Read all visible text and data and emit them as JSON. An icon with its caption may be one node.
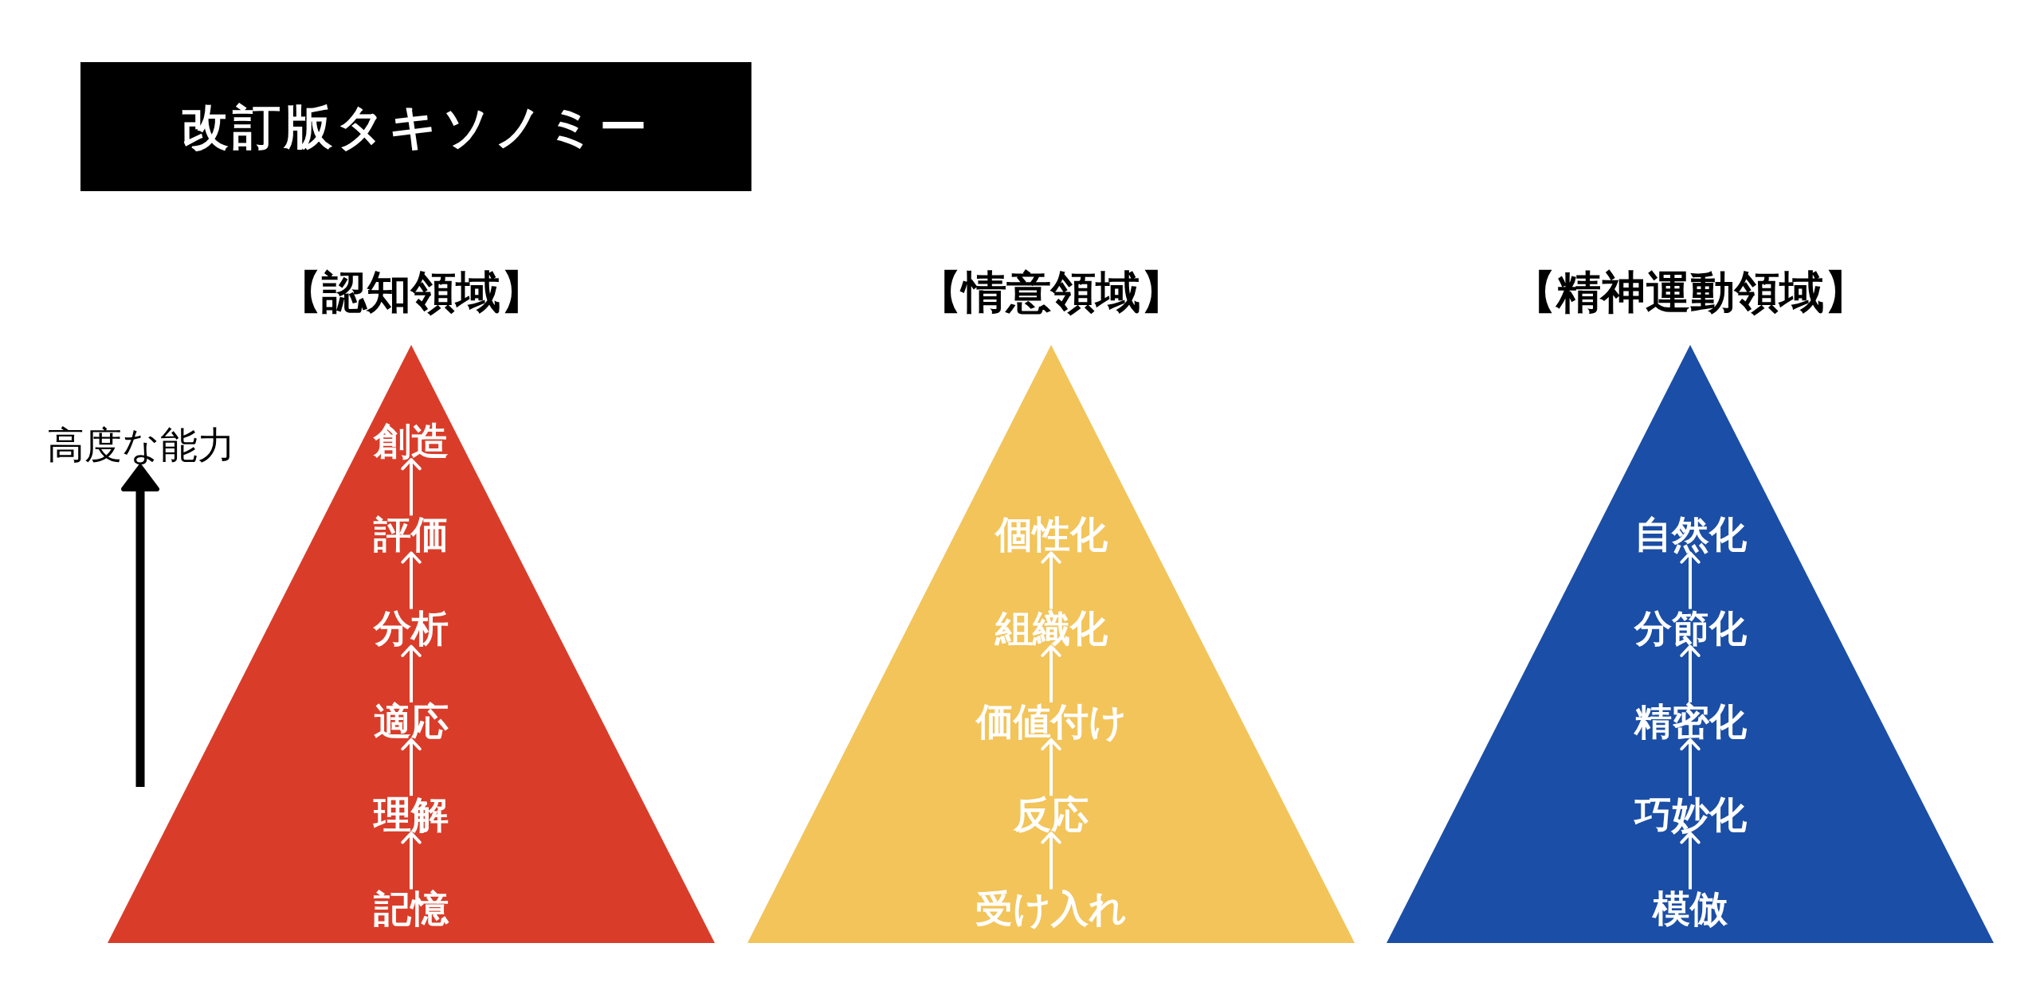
{
  "diagram": {
    "title": "改訂版タキソノミー",
    "nodes": [
      {
        "text": [
          "【認知領域】"
        ]
      },
      {
        "text": [
          "創造"
        ],
        "in": 0
      },
      {
        "text": [
          "評価"
        ],
        "in": 0
      },
      {
        "text": [
          "分析"
        ],
        "in": 0
      },
      {
        "text": [
          "適応"
        ],
        "in": 0
      },
      {
        "text": [
          "理解"
        ],
        "in": 0
      },
      {
        "text": [
          "記憶"
        ],
        "in": 0
      },
      {
        "text": [
          "【情意領域】"
        ]
      },
      {
        "text": [
          "個性化"
        ],
        "in": 7
      },
      {
        "text": [
          "組織化"
        ],
        "in": 7
      },
      {
        "text": [
          "価値付け"
        ],
        "in": 7
      },
      {
        "text": [
          "反応"
        ],
        "in": 7
      },
      {
        "text": [
          "受け入れ"
        ],
        "in": 7
      },
      {
        "text": [
          "【精神運動領域】"
        ]
      },
      {
        "text": [
          "自然化"
        ],
        "in": 13
      },
      {
        "text": [
          "分節化"
        ],
        "in": 13
      },
      {
        "text": [
          "精密化"
        ],
        "in": 13
      },
      {
        "text": [
          "巧妙化"
        ],
        "in": 13
      },
      {
        "text": [
          "模倣"
        ],
        "in": 13
      }
    ],
    "edges": [
      {
        "from": 6,
        "to": 5,
        "arrow": "to"
      },
      {
        "from": 5,
        "to": 4,
        "arrow": "to"
      },
      {
        "from": 4,
        "to": 3,
        "arrow": "to"
      },
      {
        "from": 3,
        "to": 2,
        "arrow": "to"
      },
      {
        "from": 2,
        "to": 1,
        "arrow": "to"
      },
      {
        "from": 12,
        "to": 11,
        "arrow": "to"
      },
      {
        "from": 11,
        "to": 10,
        "arrow": "to"
      },
      {
        "from": 10,
        "to": 9,
        "arrow": "to"
      },
      {
        "from": 9,
        "to": 8,
        "arrow": "to"
      },
      {
        "from": 18,
        "to": 17,
        "arrow": "to"
      },
      {
        "from": 17,
        "to": 16,
        "arrow": "to"
      },
      {
        "from": 16,
        "to": 15,
        "arrow": "to"
      },
      {
        "from": 15,
        "to": 14,
        "arrow": "to"
      }
    ],
    "labels": [
      "高度な能力"
    ]
  }
}
